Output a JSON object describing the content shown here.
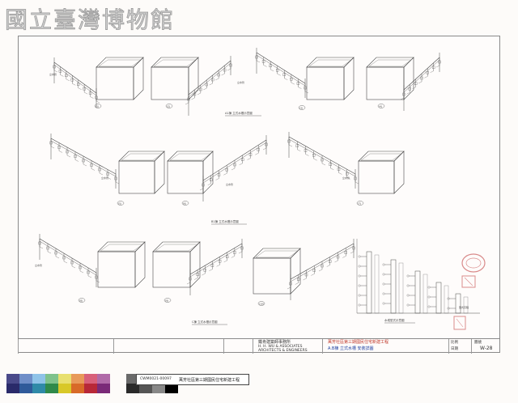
{
  "watermark": {
    "text": "國立臺灣博物館"
  },
  "panels": {
    "row1_caption": "A1棟 立式水槽示意圖",
    "row2_caption": "B1棟 立式水槽示意圖",
    "row3_caption": "C棟 立式水槽示意圖",
    "detail_caption": "水塔型式示意圖",
    "detail_label": "型式高程",
    "pipe_label": "立水管",
    "fig_labels": [
      "(1)",
      "(2)",
      "(3)",
      "(4)",
      "(5)",
      "(6)",
      "(7)",
      "(8)",
      "(9)",
      "(10)"
    ]
  },
  "title_block": {
    "firm_name": "鐵肯建築師事務所",
    "firm_en_1": "H. H. WU & ASSOCIATES",
    "firm_en_2": "ARCHITECTS & ENGINEERS",
    "project_title": "萬芳社區第三期國民住宅新建工程",
    "drawing_title": "A.B棟 立式水槽 安裝詳圖",
    "sheet_no": "W-28",
    "sheet_label": "圖號",
    "scale_label": "比例",
    "date_label": "日期"
  },
  "catalog": {
    "id": "CWM0021-00097",
    "name": "萬芳社區第三期國民住宅新建工程"
  },
  "colors": {
    "line": "#4a4a4a",
    "red_text": "#c0392b",
    "stamp": "#d98b8b"
  },
  "color_bar": [
    "#4a4a8a",
    "#6f8ec8",
    "#8fc3e8",
    "#7fc28c",
    "#e8e070",
    "#e89a5a",
    "#d8607a",
    "#b06aa8",
    "#6a6a6a",
    "#9a9a9a",
    "#c8c8c8",
    "#e8e8e8",
    "#2a2a6a",
    "#2f5a9a",
    "#2f8aa8",
    "#2f8a4a",
    "#d8c828",
    "#d86a28",
    "#b82838",
    "#7a2a78",
    "#2a2a2a",
    "#555555",
    "#888888",
    "#000000"
  ]
}
